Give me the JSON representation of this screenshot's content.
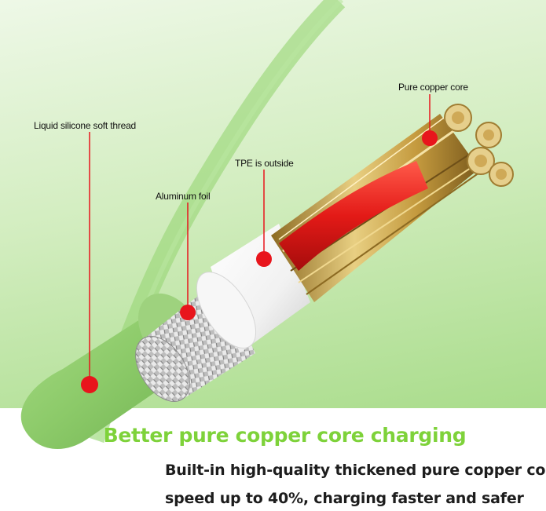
{
  "labels": {
    "liquid_silicone": "Liquid silicone soft thread",
    "aluminum_foil": "Aluminum foil",
    "tpe": "TPE is outside",
    "copper_core": "Pure copper core"
  },
  "headline": "Better pure copper core charging",
  "description": {
    "line1": "Built-in high-quality thickened pure copper core,",
    "line2": "speed up to 40%, charging faster and safer"
  },
  "colors": {
    "background_top": "#e2f3d6",
    "background_bottom": "#a8dc8a",
    "cable_green": "#8fce6b",
    "marker_red": "#e8151c",
    "headline_green": "#7ed23a",
    "copper_gold": "#c9a24a",
    "inner_red": "#e31a17"
  }
}
